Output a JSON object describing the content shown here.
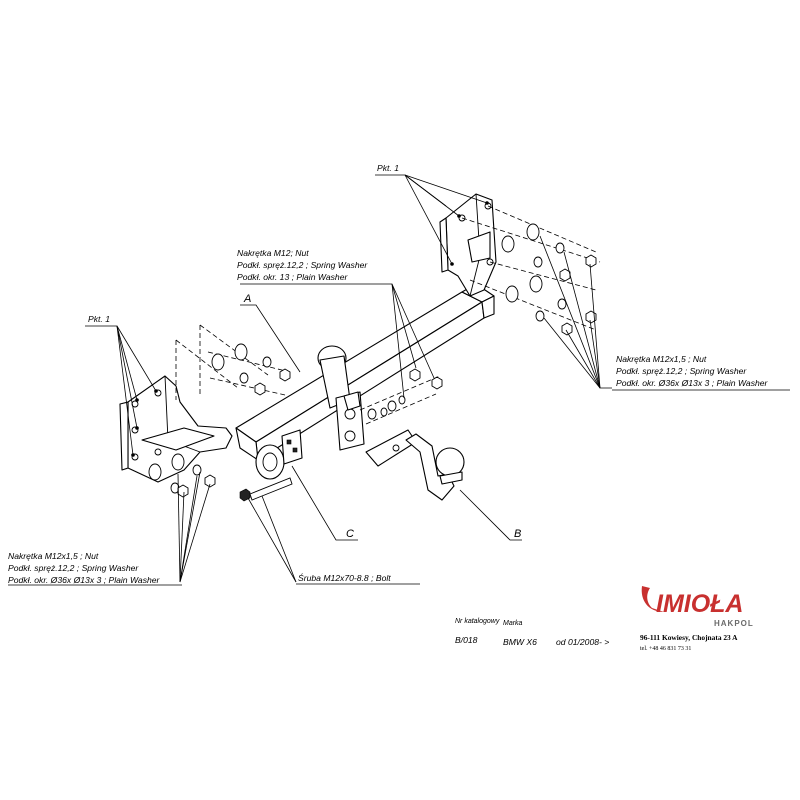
{
  "labels": {
    "pkt_left": "Pkt. 1",
    "pkt_right": "Pkt. 1",
    "mid": {
      "line1": "Nakrętka  M12; Nut",
      "line2": "Podkł. spręż.12,2 ; Spring Washer",
      "line3": "Podkł. okr. 13 ; Plain Washer"
    },
    "right": {
      "line1": "Nakrętka  M12x1,5 ; Nut",
      "line2": "Podkł. spręż.12,2 ; Spring Washer",
      "line3": "Podkł. okr.  Ø36x Ø13x 3 ; Plain Washer"
    },
    "left": {
      "line1": "Nakrętka  M12x1,5 ; Nut",
      "line2": "Podkł. spręż.12,2 ; Spring Washer",
      "line3": "Podkł. okr.  Ø36x Ø13x 3 ; Plain Washer"
    },
    "bolt": "Śruba M12x70-8.8 ;  Bolt",
    "letter_a": "A",
    "letter_b": "B",
    "letter_c": "C"
  },
  "catalog": {
    "nr_header": "Nr katalogowy",
    "marka_header": "Marka",
    "nr_value": "B/018",
    "marka_value": "BMW X6",
    "date_value": "od  01/2008- >"
  },
  "company": {
    "logo_text": "IMIOŁA",
    "logo_sub": "HAKPOL",
    "address": "96-111 Kowiesy, Chojnata 23 A",
    "phone": "tel. +48 46 831 73 31",
    "logo_color": "#c8302f"
  }
}
